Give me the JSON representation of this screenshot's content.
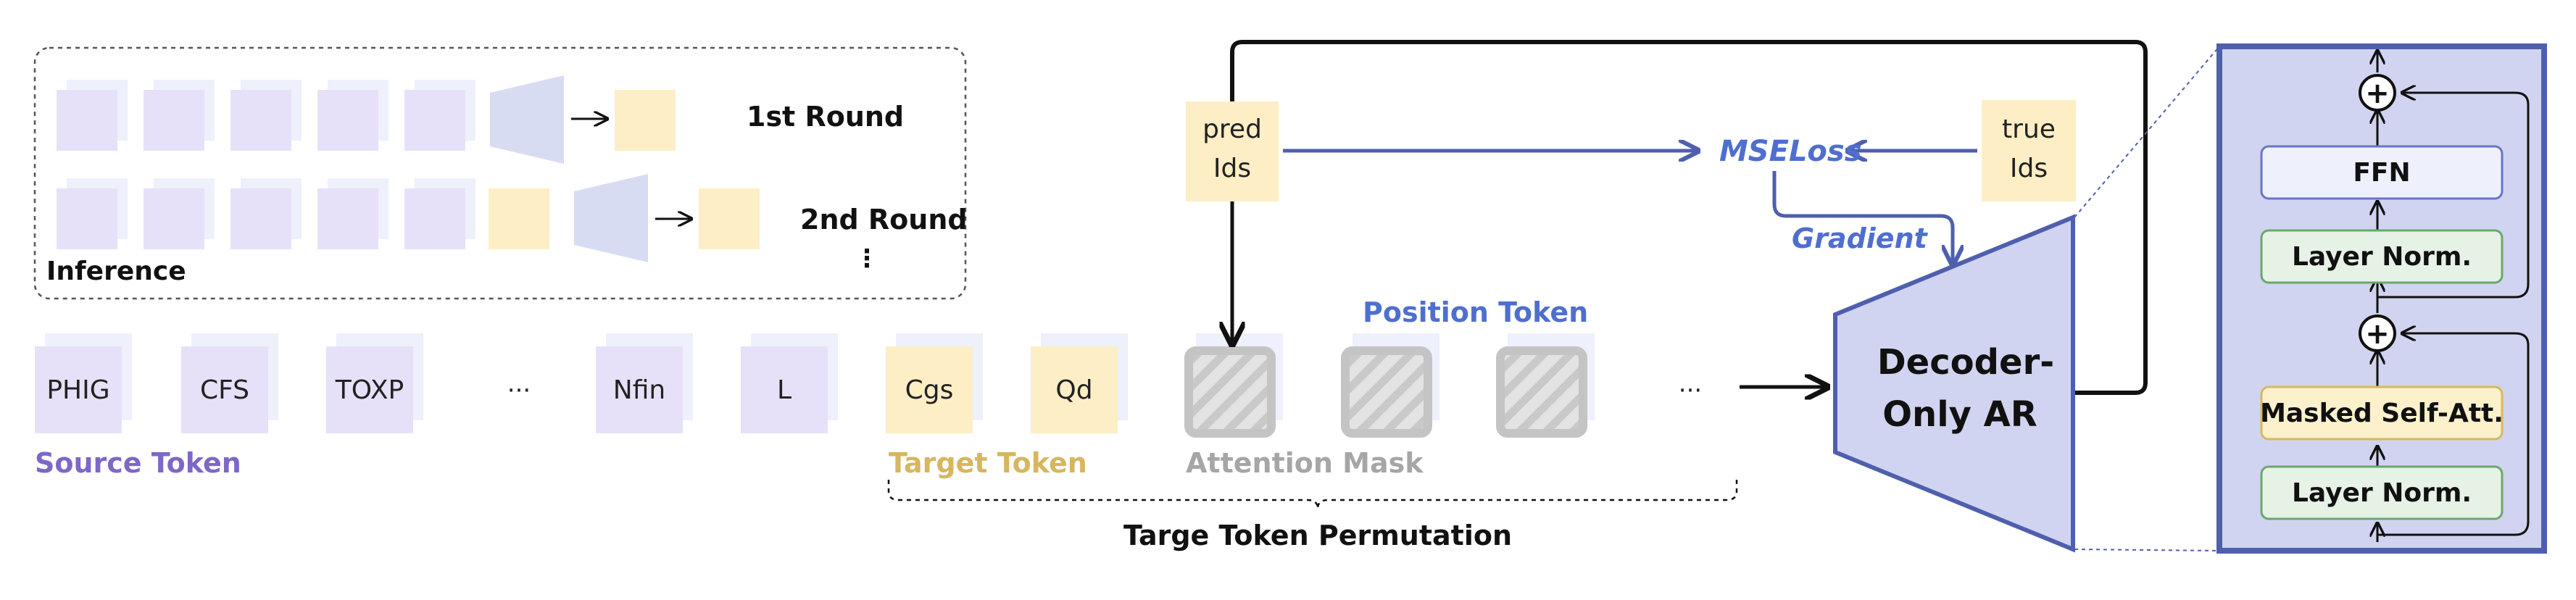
{
  "colors": {
    "source_fill": "#e6e1f8",
    "source_shadow": "#eef0fb",
    "target_fill": "#fdeec5",
    "mask_grey": "#c4c4c4",
    "source_text": "#7e67c7",
    "target_text": "#d7b660",
    "mask_text": "#a6a6a6",
    "blue": "#4f5fae",
    "block_fill": "#d1d4f0",
    "block_border": "#4f5fae",
    "ffn_fill": "#eef1fc",
    "ffn_border": "#6676c6",
    "ln_fill": "#e5f2e5",
    "ln_border": "#69a86b",
    "msa_fill": "#fdf1cc",
    "msa_border": "#d8b85b"
  },
  "inference": {
    "label": "Inference",
    "round1": "1st Round",
    "round2": "2nd Round",
    "more": "⋮"
  },
  "tokens": {
    "source": [
      "PHIG",
      "CFS",
      "TOXP",
      "Nfin",
      "L"
    ],
    "ellipsis": "···",
    "target": [
      "Cgs",
      "Qd"
    ],
    "source_label": "Source Token",
    "target_label": "Target Token",
    "mask_label": "Attention Mask",
    "position_label": "Position Token",
    "permutation_label": "Targe Token Permutation"
  },
  "loss": {
    "pred": [
      "pred",
      "Ids"
    ],
    "true": [
      "true",
      "Ids"
    ],
    "mse": "MSELoss",
    "gradient": "Gradient"
  },
  "decoder": {
    "lines": [
      "Decoder-",
      "Only AR"
    ]
  },
  "block": {
    "ffn": "FFN",
    "ln_top": "Layer Norm.",
    "msa": "Masked Self-Att.",
    "ln_bottom": "Layer Norm.",
    "plus": "+"
  }
}
